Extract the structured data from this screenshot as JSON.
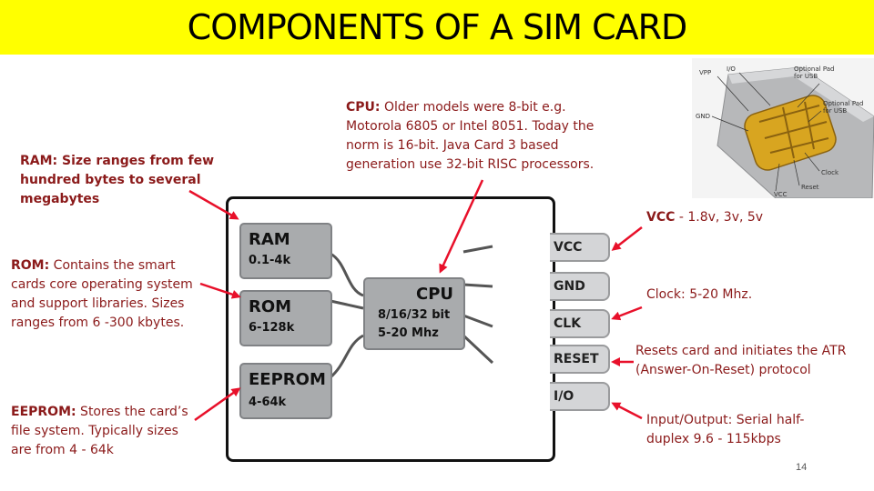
{
  "slide": {
    "title": "COMPONENTS OF A SIM CARD",
    "page_number": "14"
  },
  "notes": {
    "ram": "RAM: Size ranges from few hundred bytes to several megabytes",
    "rom_label": "ROM:",
    "rom_text": " Contains the smart cards core operating system and support libraries. Sizes ranges from 6 -300 kbytes.",
    "eeprom_label": "EEPROM:",
    "eeprom_text": " Stores the card’s file system. Typically sizes are from 4 - 64k",
    "cpu_label": "CPU:",
    "cpu_text": " Older models were  8-bit e.g. Motorola 6805 or Intel 8051. Today the norm is 16-bit. Java Card 3 based generation use 32-bit RISC processors.",
    "vcc_label": "VCC",
    "vcc_text": " - 1.8v, 3v, 5v",
    "clock": "Clock: 5-20 Mhz.",
    "reset": "Resets card and initiates the ATR (Answer-On-Reset) protocol",
    "io": "Input/Output: Serial half-duplex 9.6 - 115kbps"
  },
  "chip": {
    "ram": {
      "name": "RAM",
      "size": "0.1-4k"
    },
    "rom": {
      "name": "ROM",
      "size": "6-128k"
    },
    "eeprom": {
      "name": "EEPROM",
      "size": "4-64k"
    },
    "cpu": {
      "name": "CPU",
      "bits": "8/16/32 bit",
      "speed": "5-20 Mhz"
    },
    "pins": [
      "VCC",
      "GND",
      "CLK",
      "RESET",
      "I/O"
    ]
  },
  "sim_photo": {
    "labels": {
      "vpp": "VPP",
      "io": "I/O",
      "usb1": "Optional Pad for USB",
      "gnd": "GND",
      "usb2": "Optional Pad for USB",
      "clock": "Clock",
      "reset": "Reset",
      "vcc": "VCC"
    }
  },
  "colors": {
    "title_bg": "#ffff00",
    "note_text": "#8b1a1a",
    "arrow": "#e8102a",
    "memory_block": "#a9abad",
    "pin": "#d4d5d7"
  }
}
